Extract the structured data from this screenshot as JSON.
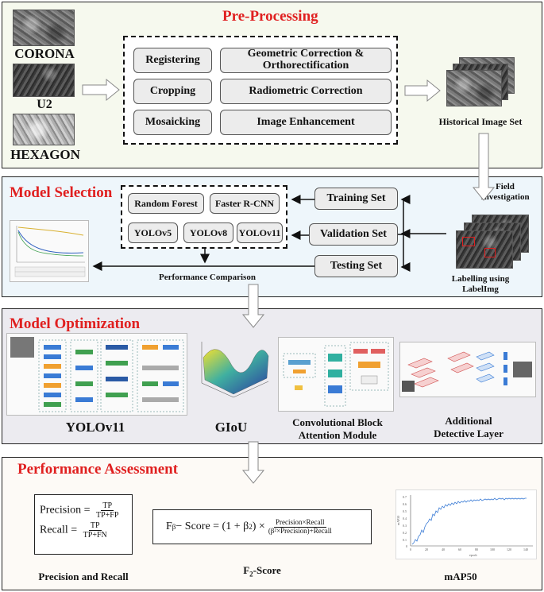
{
  "preprocessing": {
    "title": "Pre-Processing",
    "sources": [
      "CORONA",
      "U2",
      "HEXAGON"
    ],
    "steps_left": [
      "Registering",
      "Cropping",
      "Mosaicking"
    ],
    "steps_right": [
      "Geometric Correction  &\nOrthorectification",
      "Radiometric Correction",
      "Image Enhancement"
    ],
    "output_label": "Historical Image Set"
  },
  "model_selection": {
    "title": "Model Selection",
    "models_row1": [
      "Random Forest",
      "Faster R-CNN"
    ],
    "models_row2": [
      "YOLOv5",
      "YOLOv8",
      "YOLOv11"
    ],
    "sets": [
      "Training Set",
      "Validation Set",
      "Testing Set"
    ],
    "field_investigation": "Field\nInvestigation",
    "labelling": "Labelling using\nLabelImg",
    "comparison": "Performance Comparison"
  },
  "model_optimization": {
    "title": "Model Optimization",
    "items": [
      "YOLOv11",
      "GIoU",
      "Convolutional Block\nAttention Module",
      "Additional\nDetective Layer"
    ]
  },
  "performance_assessment": {
    "title": "Performance Assessment",
    "precision_lhs": "Precision =",
    "precision_num": "TP",
    "precision_den": "TP+FP",
    "recall_lhs": "Recall =",
    "recall_num": "TP",
    "recall_den": "TP+FN",
    "fscore_lhs": "F",
    "fscore_sub": "β",
    "fscore_mid": " − Score = (1 + β",
    "fscore_sup": "2",
    "fscore_tail": ") ×",
    "fscore_num": "Precision×Recall",
    "fscore_den": "(β²×Precision)+Recall",
    "captions": [
      "Precision and Recall",
      "F",
      "2",
      "-Score",
      "mAP50"
    ],
    "map_chart": {
      "xticks": [
        "0",
        "20",
        "40",
        "60",
        "80",
        "100",
        "120",
        "140"
      ],
      "yticks": [
        "0.7",
        "0.6",
        "0.5",
        "0.4",
        "0.3",
        "0.2",
        "0.1",
        "0"
      ],
      "xlabel": "epoch",
      "ylabel": "mAP50"
    }
  },
  "colors": {
    "title_red": "#e02020",
    "section_bg_blue": "#eef6fb",
    "section_bg_gray": "#ecebf0"
  }
}
